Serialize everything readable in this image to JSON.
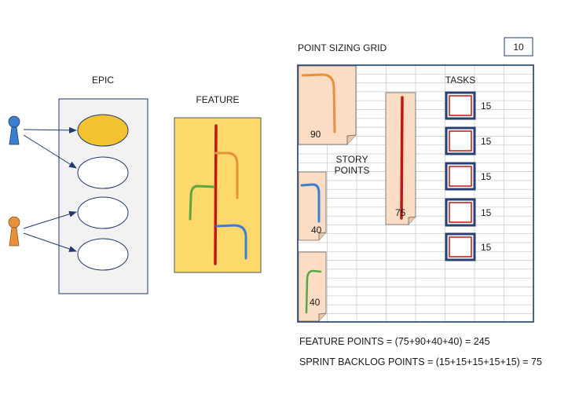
{
  "epic": {
    "title": "EPIC",
    "stories": [
      {
        "fill": "#f2c230"
      },
      {
        "fill": "#ffffff"
      },
      {
        "fill": "#ffffff"
      },
      {
        "fill": "#ffffff"
      }
    ]
  },
  "feature": {
    "title": "FEATURE",
    "color": "#fdd86a"
  },
  "actors": [
    {
      "color": "#3b7fd1"
    },
    {
      "color": "#e8903a"
    }
  ],
  "grid": {
    "title": "POINT SIZING GRID",
    "cell_value": "10",
    "story_points_label_1": "STORY",
    "story_points_label_2": "POINTS",
    "tasks_label": "TASKS",
    "cards": [
      {
        "value": "90",
        "stroke": "#e8903a"
      },
      {
        "value": "40",
        "stroke": "#3b7fd1"
      },
      {
        "value": "40",
        "stroke": "#5aa640"
      },
      {
        "value": "75",
        "stroke": "#c4160e"
      }
    ],
    "tasks": [
      {
        "value": "15"
      },
      {
        "value": "15"
      },
      {
        "value": "15"
      },
      {
        "value": "15"
      },
      {
        "value": "15"
      }
    ]
  },
  "formulas": {
    "feature_points": "FEATURE POINTS = (75+90+40+40) = 245",
    "sprint_backlog_points": "SPRINT BACKLOG POINTS = (15+15+15+15+15) = 75"
  },
  "colors": {
    "card_fill": "#fbdcc4",
    "grid_border": "#1f3a6e",
    "task_border": "#c4160e",
    "task_outer": "#2a3f73",
    "arrow": "#1f3a6e"
  }
}
